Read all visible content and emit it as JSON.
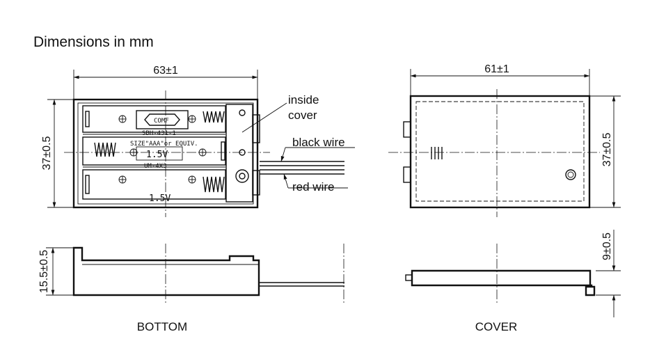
{
  "title": "Dimensions in mm",
  "dimensions": {
    "bottom_width": "63±1",
    "bottom_height": "37±0.5",
    "bottom_depth": "15.5±0.5",
    "cover_width": "61±1",
    "cover_height": "37±0.5",
    "cover_depth": "9±0.5"
  },
  "callouts": {
    "inside_cover_line1": "inside",
    "inside_cover_line2": "cover",
    "black_wire": "black wire",
    "red_wire": "red wire"
  },
  "battery_markings": {
    "logo": "COMF",
    "model": "SBH-431-1",
    "size": "SIZE\"AAA\"or EQUIV.",
    "voltage_top": "1.5V",
    "cell_type": "UM-4X3",
    "voltage_bottom": "1.5V"
  },
  "view_labels": {
    "bottom": "BOTTOM",
    "cover": "COVER"
  }
}
